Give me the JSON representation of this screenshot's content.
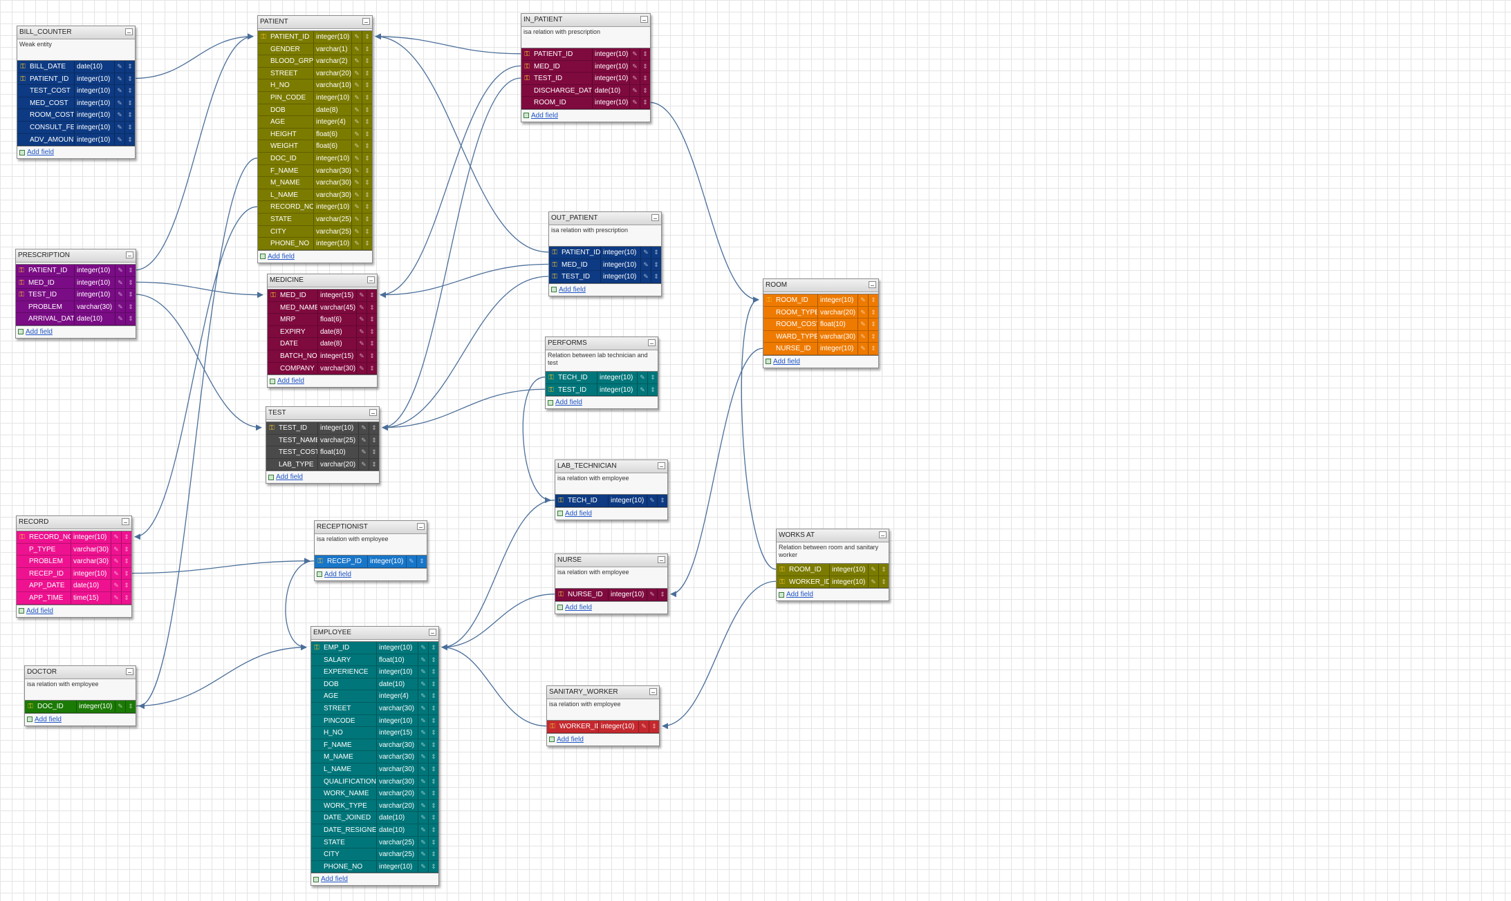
{
  "colors": {
    "blue": "#0d3a82",
    "olive": "#7b7b00",
    "purple": "#7a0c85",
    "maroon": "#7f0a3e",
    "dark": "#4a4a4a",
    "pink": "#ee1290",
    "teal": "#00767a",
    "green": "#1b7a05",
    "orange": "#ee7a00",
    "azure": "#1876c9",
    "red": "#c4282e",
    "link": "#4a6e99"
  },
  "add_field_label": "Add field",
  "tables": [
    {
      "id": "bill_counter",
      "name": "BILL_COUNTER",
      "comment": "Weak entity",
      "color": "blue",
      "fields": [
        {
          "name": "BILL_DATE",
          "type": "date(10)",
          "key": true
        },
        {
          "name": "PATIENT_ID",
          "type": "integer(10)",
          "key": true
        },
        {
          "name": "TEST_COST",
          "type": "integer(10)",
          "key": false
        },
        {
          "name": "MED_COST",
          "type": "integer(10)",
          "key": false
        },
        {
          "name": "ROOM_COST",
          "type": "integer(10)",
          "key": false
        },
        {
          "name": "CONSULT_FEE",
          "type": "integer(10)",
          "key": false
        },
        {
          "name": "ADV_AMOUNT",
          "type": "integer(10)",
          "key": false
        }
      ]
    },
    {
      "id": "patient",
      "name": "PATIENT",
      "comment": "",
      "color": "olive",
      "fields": [
        {
          "name": "PATIENT_ID",
          "type": "integer(10)",
          "key": true
        },
        {
          "name": "GENDER",
          "type": "varchar(1)",
          "key": false
        },
        {
          "name": "BLOOD_GRP",
          "type": "varchar(2)",
          "key": false
        },
        {
          "name": "STREET",
          "type": "varchar(20)",
          "key": false
        },
        {
          "name": "H_NO",
          "type": "varchar(10)",
          "key": false
        },
        {
          "name": "PIN_CODE",
          "type": "integer(10)",
          "key": false
        },
        {
          "name": "DOB",
          "type": "date(8)",
          "key": false
        },
        {
          "name": "AGE",
          "type": "integer(4)",
          "key": false
        },
        {
          "name": "HEIGHT",
          "type": "float(6)",
          "key": false
        },
        {
          "name": "WEIGHT",
          "type": "float(6)",
          "key": false
        },
        {
          "name": "DOC_ID",
          "type": "integer(10)",
          "key": false
        },
        {
          "name": "F_NAME",
          "type": "varchar(30)",
          "key": false
        },
        {
          "name": "M_NAME",
          "type": "varchar(30)",
          "key": false
        },
        {
          "name": "L_NAME",
          "type": "varchar(30)",
          "key": false
        },
        {
          "name": "RECORD_NO",
          "type": "integer(10)",
          "key": false
        },
        {
          "name": "STATE",
          "type": "varchar(25)",
          "key": false
        },
        {
          "name": "CITY",
          "type": "varchar(25)",
          "key": false
        },
        {
          "name": "PHONE_NO",
          "type": "integer(10)",
          "key": false
        }
      ]
    },
    {
      "id": "in_patient",
      "name": "IN_PATIENT",
      "comment": "isa relation with prescription",
      "color": "maroon",
      "fields": [
        {
          "name": "PATIENT_ID",
          "type": "integer(10)",
          "key": true
        },
        {
          "name": "MED_ID",
          "type": "integer(10)",
          "key": true
        },
        {
          "name": "TEST_ID",
          "type": "integer(10)",
          "key": true
        },
        {
          "name": "DISCHARGE_DATE",
          "type": "date(10)",
          "key": false
        },
        {
          "name": "ROOM_ID",
          "type": "integer(10)",
          "key": false
        }
      ]
    },
    {
      "id": "prescription",
      "name": "PRESCRIPTION",
      "comment": "",
      "color": "purple",
      "fields": [
        {
          "name": "PATIENT_ID",
          "type": "integer(10)",
          "key": true
        },
        {
          "name": "MED_ID",
          "type": "integer(10)",
          "key": true
        },
        {
          "name": "TEST_ID",
          "type": "integer(10)",
          "key": true
        },
        {
          "name": "PROBLEM",
          "type": "varchar(30)",
          "key": false
        },
        {
          "name": "ARRIVAL_DATE",
          "type": "date(10)",
          "key": false
        }
      ]
    },
    {
      "id": "medicine",
      "name": "MEDICINE",
      "comment": "",
      "color": "maroon",
      "fields": [
        {
          "name": "MED_ID",
          "type": "integer(15)",
          "key": true
        },
        {
          "name": "MED_NAME",
          "type": "varchar(45)",
          "key": false
        },
        {
          "name": "MRP",
          "type": "float(6)",
          "key": false
        },
        {
          "name": "EXPIRY",
          "type": "date(8)",
          "key": false
        },
        {
          "name": "DATE",
          "type": "date(8)",
          "key": false
        },
        {
          "name": "BATCH_NO",
          "type": "integer(15)",
          "key": false
        },
        {
          "name": "COMPANY",
          "type": "varchar(30)",
          "key": false
        }
      ]
    },
    {
      "id": "out_patient",
      "name": "OUT_PATIENT",
      "comment": "isa relation with prescription",
      "color": "blue",
      "fields": [
        {
          "name": "PATIENT_ID",
          "type": "integer(10)",
          "key": true
        },
        {
          "name": "MED_ID",
          "type": "integer(10)",
          "key": true
        },
        {
          "name": "TEST_ID",
          "type": "integer(10)",
          "key": true
        }
      ]
    },
    {
      "id": "room",
      "name": "ROOM",
      "comment": "",
      "color": "orange",
      "fields": [
        {
          "name": "ROOM_ID",
          "type": "integer(10)",
          "key": true
        },
        {
          "name": "ROOM_TYPE",
          "type": "varchar(20)",
          "key": false
        },
        {
          "name": "ROOM_COST",
          "type": "float(10)",
          "key": false
        },
        {
          "name": "WARD_TYPE",
          "type": "varchar(30)",
          "key": false
        },
        {
          "name": "NURSE_ID",
          "type": "integer(10)",
          "key": false
        }
      ]
    },
    {
      "id": "performs",
      "name": "PERFORMS",
      "comment": "Relation between lab technician and test",
      "color": "teal",
      "fields": [
        {
          "name": "TECH_ID",
          "type": "integer(10)",
          "key": true
        },
        {
          "name": "TEST_ID",
          "type": "integer(10)",
          "key": true
        }
      ]
    },
    {
      "id": "test",
      "name": "TEST",
      "comment": "",
      "color": "dark",
      "fields": [
        {
          "name": "TEST_ID",
          "type": "integer(10)",
          "key": true
        },
        {
          "name": "TEST_NAME",
          "type": "varchar(25)",
          "key": false
        },
        {
          "name": "TEST_COST",
          "type": "float(10)",
          "key": false
        },
        {
          "name": "LAB_TYPE",
          "type": "varchar(20)",
          "key": false
        }
      ]
    },
    {
      "id": "lab_technician",
      "name": "LAB_TECHNICIAN",
      "comment": "isa relation with employee",
      "color": "blue",
      "fields": [
        {
          "name": "TECH_ID",
          "type": "integer(10)",
          "key": true
        }
      ]
    },
    {
      "id": "record",
      "name": "RECORD",
      "comment": "",
      "color": "pink",
      "fields": [
        {
          "name": "RECORD_NO",
          "type": "integer(10)",
          "key": true
        },
        {
          "name": "P_TYPE",
          "type": "varchar(30)",
          "key": false
        },
        {
          "name": "PROBLEM",
          "type": "varchar(30)",
          "key": false
        },
        {
          "name": "RECEP_ID",
          "type": "integer(10)",
          "key": false
        },
        {
          "name": "APP_DATE",
          "type": "date(10)",
          "key": false
        },
        {
          "name": "APP_TIME",
          "type": "time(15)",
          "key": false
        }
      ]
    },
    {
      "id": "receptionist",
      "name": "RECEPTIONIST",
      "comment": "isa relation with employee",
      "color": "azure",
      "fields": [
        {
          "name": "RECEP_ID",
          "type": "integer(10)",
          "key": true
        }
      ]
    },
    {
      "id": "works_at",
      "name": "WORKS AT",
      "comment": "Relation between room and sanitary worker",
      "color": "olive",
      "fields": [
        {
          "name": "ROOM_ID",
          "type": "integer(10)",
          "key": true
        },
        {
          "name": "WORKER_ID",
          "type": "integer(10)",
          "key": true
        }
      ]
    },
    {
      "id": "nurse",
      "name": "NURSE",
      "comment": "isa relation with employee",
      "color": "maroon",
      "fields": [
        {
          "name": "NURSE_ID",
          "type": "integer(10)",
          "key": true
        }
      ]
    },
    {
      "id": "employee",
      "name": "EMPLOYEE",
      "comment": "",
      "color": "teal",
      "fields": [
        {
          "name": "EMP_ID",
          "type": "integer(10)",
          "key": true
        },
        {
          "name": "SALARY",
          "type": "float(10)",
          "key": false
        },
        {
          "name": "EXPERIENCE",
          "type": "integer(10)",
          "key": false
        },
        {
          "name": "DOB",
          "type": "date(10)",
          "key": false
        },
        {
          "name": "AGE",
          "type": "integer(4)",
          "key": false
        },
        {
          "name": "STREET",
          "type": "varchar(30)",
          "key": false
        },
        {
          "name": "PINCODE",
          "type": "integer(10)",
          "key": false
        },
        {
          "name": "H_NO",
          "type": "integer(15)",
          "key": false
        },
        {
          "name": "F_NAME",
          "type": "varchar(30)",
          "key": false
        },
        {
          "name": "M_NAME",
          "type": "varchar(30)",
          "key": false
        },
        {
          "name": "L_NAME",
          "type": "varchar(30)",
          "key": false
        },
        {
          "name": "QUALIFICATION",
          "type": "varchar(30)",
          "key": false
        },
        {
          "name": "WORK_NAME",
          "type": "varchar(20)",
          "key": false
        },
        {
          "name": "WORK_TYPE",
          "type": "varchar(20)",
          "key": false
        },
        {
          "name": "DATE_JOINED",
          "type": "date(10)",
          "key": false
        },
        {
          "name": "DATE_RESIGNED",
          "type": "date(10)",
          "key": false
        },
        {
          "name": "STATE",
          "type": "varchar(25)",
          "key": false
        },
        {
          "name": "CITY",
          "type": "varchar(25)",
          "key": false
        },
        {
          "name": "PHONE_NO",
          "type": "integer(10)",
          "key": false
        }
      ]
    },
    {
      "id": "doctor",
      "name": "DOCTOR",
      "comment": "isa relation with employee",
      "color": "green",
      "fields": [
        {
          "name": "DOC_ID",
          "type": "integer(10)",
          "key": true
        }
      ]
    },
    {
      "id": "sanitary_worker",
      "name": "SANITARY_WORKER",
      "comment": "isa relation with employee",
      "color": "red",
      "fields": [
        {
          "name": "WORKER_ID",
          "type": "integer(10)",
          "key": true
        }
      ]
    }
  ],
  "relations": [
    {
      "from": "bill_counter.PATIENT_ID",
      "to": "patient.PATIENT_ID"
    },
    {
      "from": "prescription.PATIENT_ID",
      "to": "patient.PATIENT_ID"
    },
    {
      "from": "prescription.MED_ID",
      "to": "medicine.MED_ID"
    },
    {
      "from": "prescription.TEST_ID",
      "to": "test.TEST_ID"
    },
    {
      "from": "in_patient.PATIENT_ID",
      "to": "patient.PATIENT_ID"
    },
    {
      "from": "in_patient.MED_ID",
      "to": "medicine.MED_ID"
    },
    {
      "from": "in_patient.TEST_ID",
      "to": "test.TEST_ID"
    },
    {
      "from": "in_patient.ROOM_ID",
      "to": "room.ROOM_ID"
    },
    {
      "from": "out_patient.PATIENT_ID",
      "to": "patient.PATIENT_ID"
    },
    {
      "from": "out_patient.MED_ID",
      "to": "medicine.MED_ID"
    },
    {
      "from": "out_patient.TEST_ID",
      "to": "test.TEST_ID"
    },
    {
      "from": "performs.TEST_ID",
      "to": "test.TEST_ID"
    },
    {
      "from": "performs.TECH_ID",
      "to": "lab_technician.TECH_ID"
    },
    {
      "from": "patient.DOC_ID",
      "to": "doctor.DOC_ID"
    },
    {
      "from": "patient.RECORD_NO",
      "to": "record.RECORD_NO"
    },
    {
      "from": "record.RECEP_ID",
      "to": "receptionist.RECEP_ID"
    },
    {
      "from": "receptionist.RECEP_ID",
      "to": "employee.EMP_ID"
    },
    {
      "from": "doctor.DOC_ID",
      "to": "employee.EMP_ID"
    },
    {
      "from": "lab_technician.TECH_ID",
      "to": "employee.EMP_ID"
    },
    {
      "from": "nurse.NURSE_ID",
      "to": "employee.EMP_ID"
    },
    {
      "from": "sanitary_worker.WORKER_ID",
      "to": "employee.EMP_ID"
    },
    {
      "from": "room.NURSE_ID",
      "to": "nurse.NURSE_ID"
    },
    {
      "from": "works_at.ROOM_ID",
      "to": "room.ROOM_ID"
    },
    {
      "from": "works_at.WORKER_ID",
      "to": "sanitary_worker.WORKER_ID"
    }
  ]
}
